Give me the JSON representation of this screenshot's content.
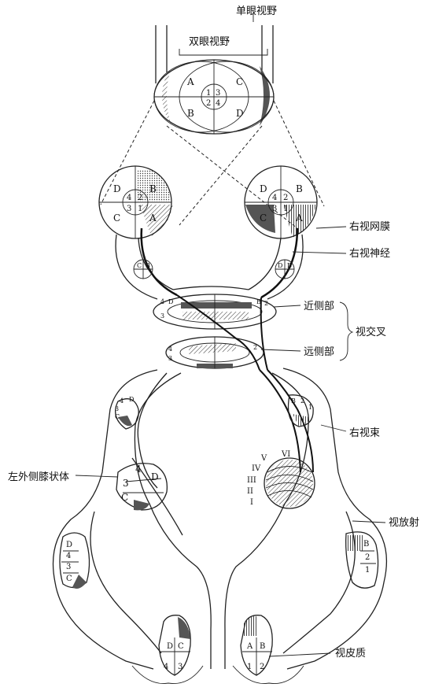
{
  "labels": {
    "monocular_field": "单眼视野",
    "binocular_field": "双眼视野",
    "right_retina": "右视网膜",
    "right_optic_nerve": "右视神经",
    "proximal_part": "近侧部",
    "optic_chiasm": "视交叉",
    "distal_part": "远侧部",
    "right_optic_tract": "右视束",
    "left_lgn": "左外侧膝状体",
    "optic_radiation": "视放射",
    "visual_cortex": "视皮质"
  },
  "quadrants": {
    "a": "A",
    "b": "B",
    "c": "C",
    "d": "D"
  },
  "numbers": {
    "n1": "1",
    "n2": "2",
    "n3": "3",
    "n4": "4"
  },
  "layers": {
    "l1": "I",
    "l2": "II",
    "l3": "III",
    "l4": "IV",
    "l5": "V",
    "l6": "VI"
  },
  "colors": {
    "stroke": "#222222",
    "fill_solid": "#555555"
  }
}
